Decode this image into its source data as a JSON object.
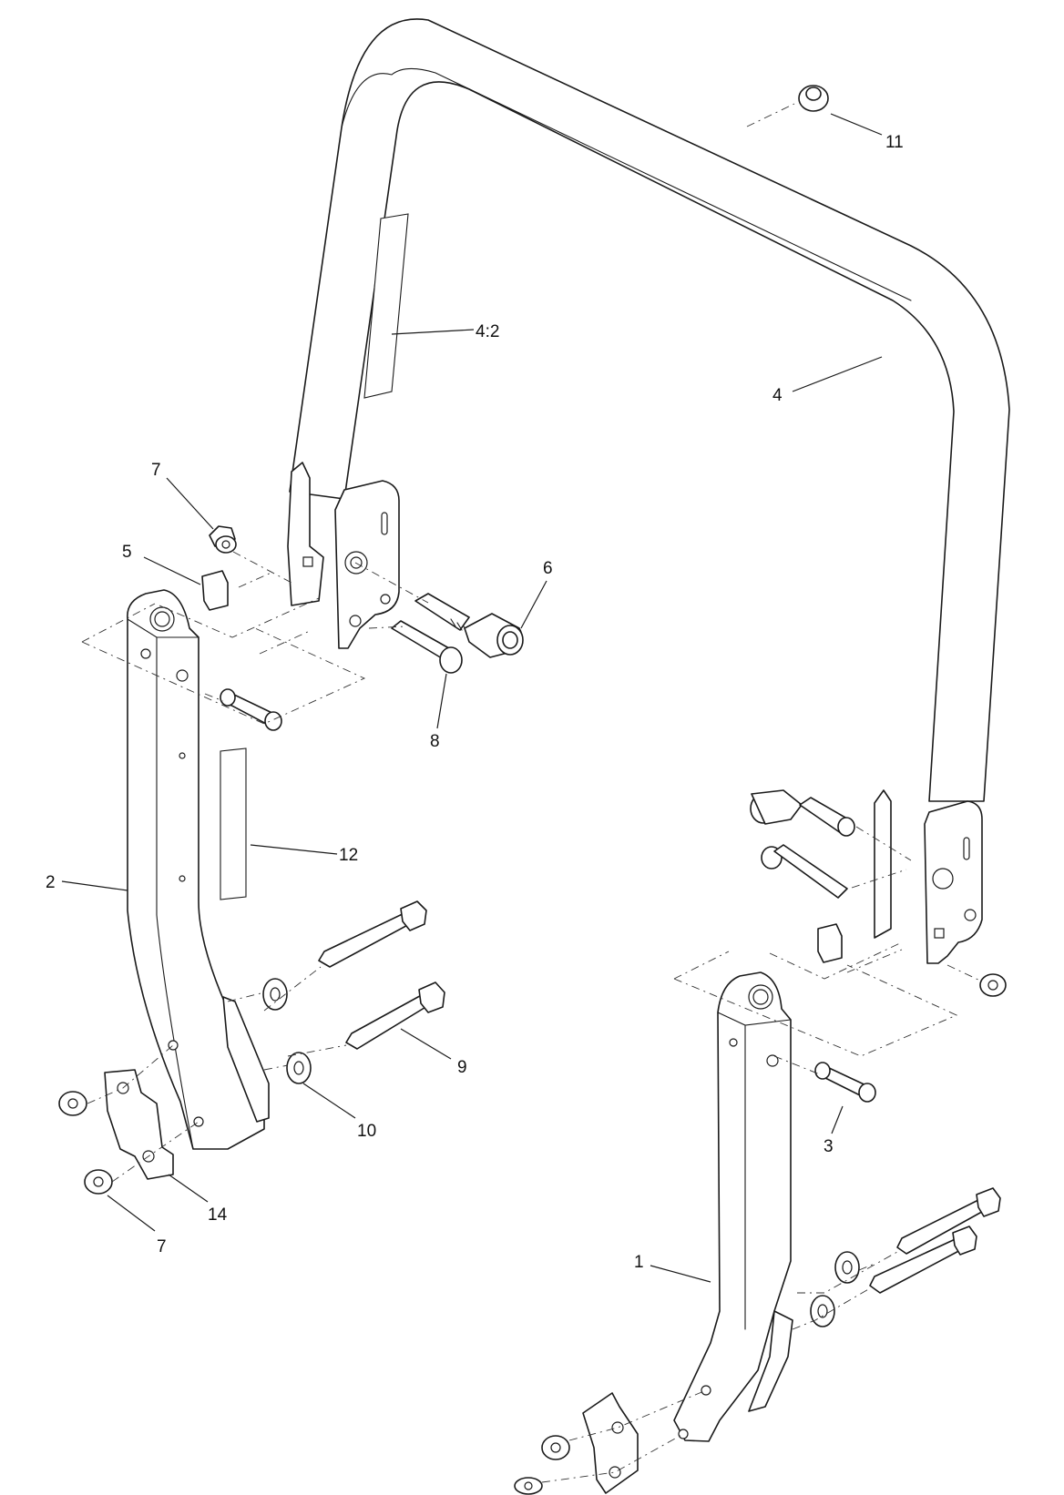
{
  "callouts": {
    "c11": "11",
    "c4_2": "4:2",
    "c4": "4",
    "c7_top": "7",
    "c5": "5",
    "c6": "6",
    "c8": "8",
    "c12": "12",
    "c2": "2",
    "c9": "9",
    "c10": "10",
    "c3": "3",
    "c14": "14",
    "c7_bottom": "7",
    "c1": "1"
  }
}
